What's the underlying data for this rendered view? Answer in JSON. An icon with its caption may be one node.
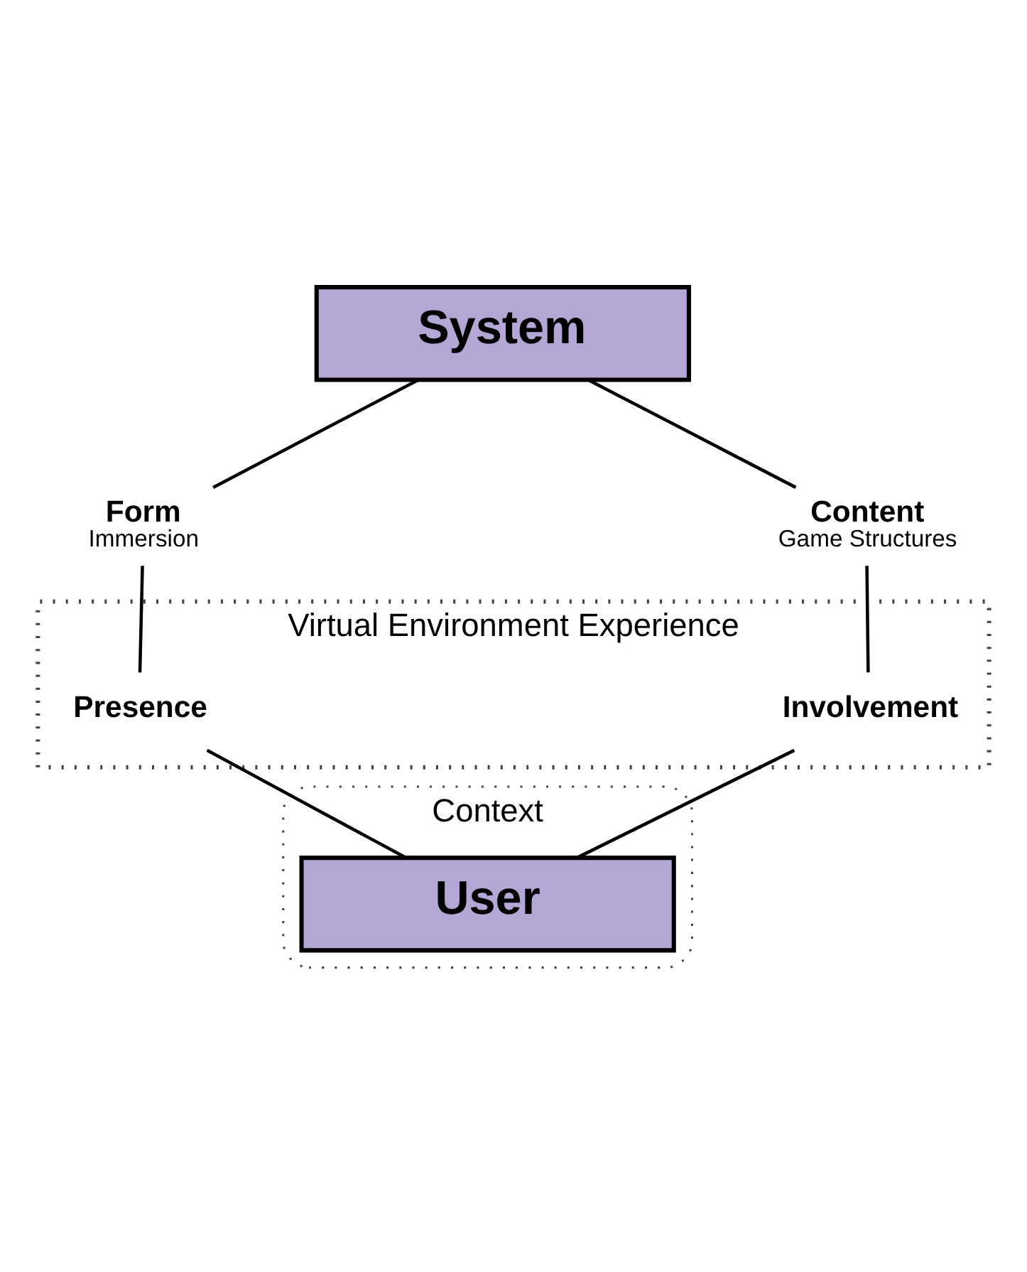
{
  "diagram": {
    "nodes": [
      {
        "text": [
          "System"
        ]
      },
      {
        "text": [
          "Form",
          "Immersion"
        ]
      },
      {
        "text": [
          "Content",
          "Game Structures"
        ]
      },
      {
        "text": [
          "Virtual Environment Experience"
        ]
      },
      {
        "text": [
          "Presence"
        ],
        "in": 3
      },
      {
        "text": [
          "Involvement"
        ],
        "in": 3
      },
      {
        "text": [
          "Context"
        ]
      },
      {
        "text": [
          "User"
        ],
        "in": 6
      }
    ],
    "edges": [
      {
        "from": 0,
        "to": 1,
        "arrow": "none"
      },
      {
        "from": 0,
        "to": 2,
        "arrow": "none"
      },
      {
        "from": 1,
        "to": 4,
        "arrow": "none"
      },
      {
        "from": 2,
        "to": 5,
        "arrow": "none"
      },
      {
        "from": 4,
        "to": 7,
        "arrow": "none"
      },
      {
        "from": 5,
        "to": 7,
        "arrow": "none"
      }
    ]
  }
}
